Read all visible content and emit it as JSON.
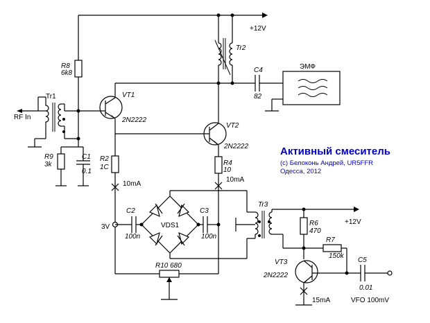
{
  "title": "Активный смеситель",
  "credit_line1": "(c) Белоконь Андрей, UR5FFR",
  "credit_line2": "Одесса, 2012",
  "power": {
    "top": "+12V",
    "right": "+12V"
  },
  "inputs": {
    "rf_in": "RF In",
    "vfo": "VFO 100mV"
  },
  "filter_label": "ЭМФ",
  "voltage_3v": "3V",
  "currents": {
    "vt1": "10mA",
    "vt2": "10mA",
    "vt3": "15mA"
  },
  "components": {
    "r8": {
      "ref": "R8",
      "value": "6k8"
    },
    "r9": {
      "ref": "R9",
      "value": "3k"
    },
    "r2": {
      "ref": "R2",
      "value": "1С"
    },
    "r4": {
      "ref": "R4",
      "value": "10"
    },
    "r6": {
      "ref": "R6",
      "value": "470"
    },
    "r7": {
      "ref": "R7",
      "value": "150k"
    },
    "r10": {
      "ref": "R10 680"
    },
    "c1": {
      "ref": "C1",
      "value": "0.1"
    },
    "c2": {
      "ref": "C2",
      "value": "100n"
    },
    "c3": {
      "ref": "C3",
      "value": "100n"
    },
    "c4": {
      "ref": "C4",
      "value": "82"
    },
    "c5": {
      "ref": "C5",
      "value": "0.01"
    },
    "vt1": {
      "ref": "VT1",
      "type": "2N2222"
    },
    "vt2": {
      "ref": "VT2",
      "type": "2N2222"
    },
    "vt3": {
      "ref": "VT3",
      "type": "2N2222"
    },
    "tr1": {
      "ref": "Tr1"
    },
    "tr2": {
      "ref": "Tr2"
    },
    "tr3": {
      "ref": "Tr3"
    },
    "vds1": {
      "ref": "VDS1"
    }
  }
}
